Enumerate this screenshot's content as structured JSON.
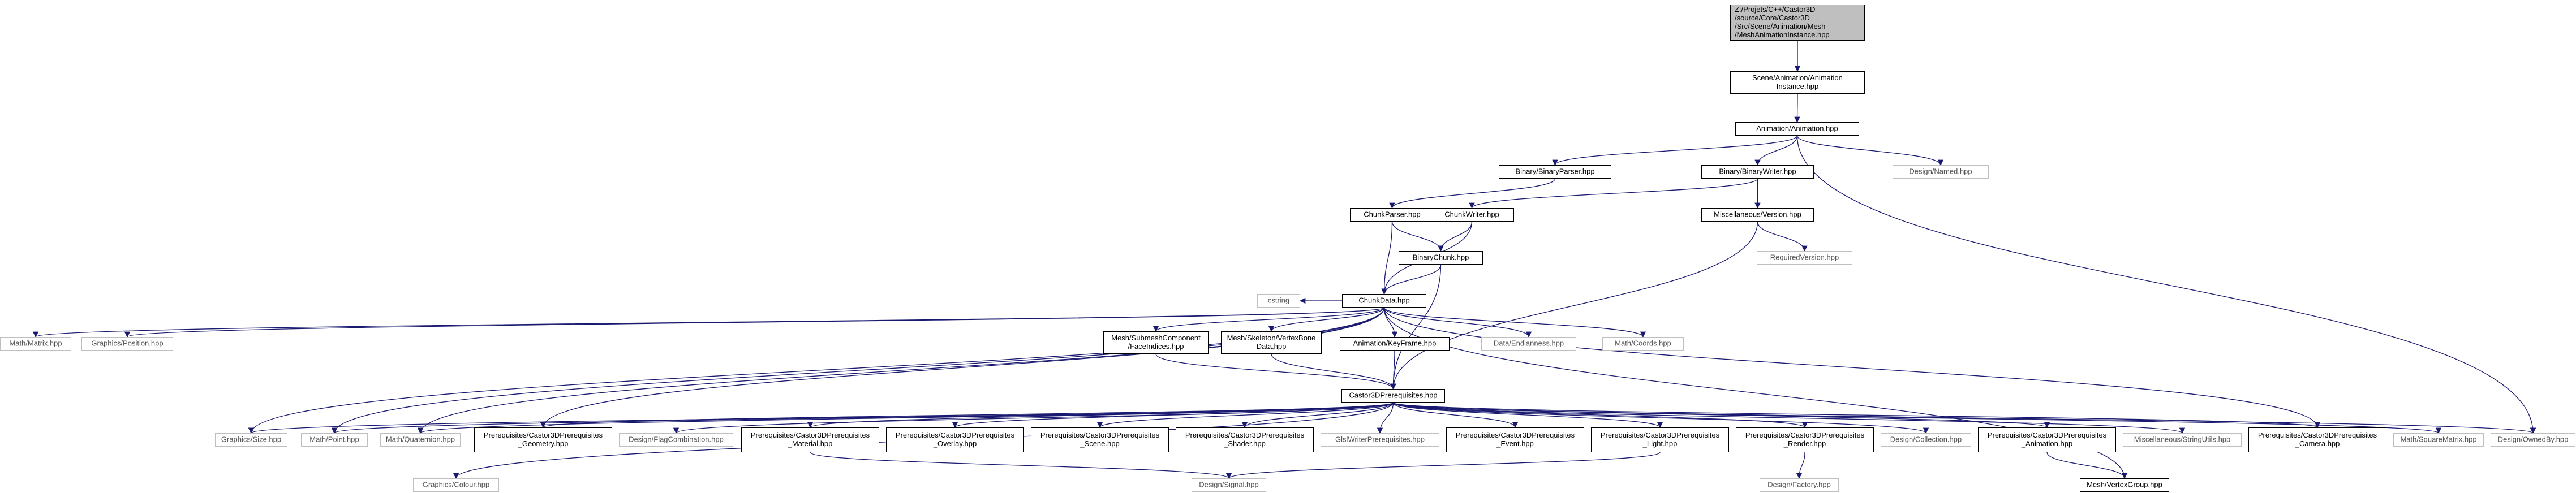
{
  "graph": {
    "nodes": [
      {
        "id": "root",
        "lines": [
          "Z:/Projets/C++/Castor3D",
          "/source/Core/Castor3D",
          "/Src/Scene/Animation/Mesh",
          "/MeshAnimationInstance.hpp"
        ],
        "kind": "root"
      },
      {
        "id": "animinst",
        "lines": [
          "Scene/Animation/Animation",
          "Instance.hpp"
        ],
        "kind": "local"
      },
      {
        "id": "anim",
        "lines": [
          "Animation/Animation.hpp"
        ],
        "kind": "local"
      },
      {
        "id": "binparser",
        "lines": [
          "Binary/BinaryParser.hpp"
        ],
        "kind": "local"
      },
      {
        "id": "binwriter",
        "lines": [
          "Binary/BinaryWriter.hpp"
        ],
        "kind": "local"
      },
      {
        "id": "named",
        "lines": [
          "Design/Named.hpp"
        ],
        "kind": "external"
      },
      {
        "id": "chunkparser",
        "lines": [
          "ChunkParser.hpp"
        ],
        "kind": "local"
      },
      {
        "id": "chunkwriter",
        "lines": [
          "ChunkWriter.hpp"
        ],
        "kind": "local"
      },
      {
        "id": "miscversion",
        "lines": [
          "Miscellaneous/Version.hpp"
        ],
        "kind": "local"
      },
      {
        "id": "binchunk",
        "lines": [
          "BinaryChunk.hpp"
        ],
        "kind": "local"
      },
      {
        "id": "reqversion",
        "lines": [
          "RequiredVersion.hpp"
        ],
        "kind": "external"
      },
      {
        "id": "cstring",
        "lines": [
          "cstring"
        ],
        "kind": "external"
      },
      {
        "id": "chunkdata",
        "lines": [
          "ChunkData.hpp"
        ],
        "kind": "local"
      },
      {
        "id": "mathmatrix",
        "lines": [
          "Math/Matrix.hpp"
        ],
        "kind": "external"
      },
      {
        "id": "graphpos",
        "lines": [
          "Graphics/Position.hpp"
        ],
        "kind": "external"
      },
      {
        "id": "submesh",
        "lines": [
          "Mesh/SubmeshComponent",
          "/FaceIndices.hpp"
        ],
        "kind": "local"
      },
      {
        "id": "skeleton",
        "lines": [
          "Mesh/Skeleton/VertexBone",
          "Data.hpp"
        ],
        "kind": "local"
      },
      {
        "id": "keyframe",
        "lines": [
          "Animation/KeyFrame.hpp"
        ],
        "kind": "local"
      },
      {
        "id": "endian",
        "lines": [
          "Data/Endianness.hpp"
        ],
        "kind": "external"
      },
      {
        "id": "coords",
        "lines": [
          "Math/Coords.hpp"
        ],
        "kind": "external"
      },
      {
        "id": "c3dprereq",
        "lines": [
          "Castor3DPrerequisites.hpp"
        ],
        "kind": "local"
      },
      {
        "id": "size",
        "lines": [
          "Graphics/Size.hpp"
        ],
        "kind": "external"
      },
      {
        "id": "point",
        "lines": [
          "Math/Point.hpp"
        ],
        "kind": "external"
      },
      {
        "id": "quat",
        "lines": [
          "Math/Quaternion.hpp"
        ],
        "kind": "external"
      },
      {
        "id": "geom",
        "lines": [
          "Prerequisites/Castor3DPrerequisites",
          "_Geometry.hpp"
        ],
        "kind": "local"
      },
      {
        "id": "flagcomb",
        "lines": [
          "Design/FlagCombination.hpp"
        ],
        "kind": "external"
      },
      {
        "id": "material",
        "lines": [
          "Prerequisites/Castor3DPrerequisites",
          "_Material.hpp"
        ],
        "kind": "local"
      },
      {
        "id": "overlay",
        "lines": [
          "Prerequisites/Castor3DPrerequisites",
          "_Overlay.hpp"
        ],
        "kind": "local"
      },
      {
        "id": "scene",
        "lines": [
          "Prerequisites/Castor3DPrerequisites",
          "_Scene.hpp"
        ],
        "kind": "local"
      },
      {
        "id": "shader",
        "lines": [
          "Prerequisites/Castor3DPrerequisites",
          "_Shader.hpp"
        ],
        "kind": "local"
      },
      {
        "id": "glsl",
        "lines": [
          "GlslWriterPrerequisites.hpp"
        ],
        "kind": "external"
      },
      {
        "id": "event",
        "lines": [
          "Prerequisites/Castor3DPrerequisites",
          "_Event.hpp"
        ],
        "kind": "local"
      },
      {
        "id": "light",
        "lines": [
          "Prerequisites/Castor3DPrerequisites",
          "_Light.hpp"
        ],
        "kind": "local"
      },
      {
        "id": "render",
        "lines": [
          "Prerequisites/Castor3DPrerequisites",
          "_Render.hpp"
        ],
        "kind": "local"
      },
      {
        "id": "collection",
        "lines": [
          "Design/Collection.hpp"
        ],
        "kind": "external"
      },
      {
        "id": "animpre",
        "lines": [
          "Prerequisites/Castor3DPrerequisites",
          "_Animation.hpp"
        ],
        "kind": "local"
      },
      {
        "id": "strutils",
        "lines": [
          "Miscellaneous/StringUtils.hpp"
        ],
        "kind": "external"
      },
      {
        "id": "camera",
        "lines": [
          "Prerequisites/Castor3DPrerequisites",
          "_Camera.hpp"
        ],
        "kind": "local"
      },
      {
        "id": "sqmatrix",
        "lines": [
          "Math/SquareMatrix.hpp"
        ],
        "kind": "external"
      },
      {
        "id": "ownedby",
        "lines": [
          "Design/OwnedBy.hpp"
        ],
        "kind": "external"
      },
      {
        "id": "colour",
        "lines": [
          "Graphics/Colour.hpp"
        ],
        "kind": "external"
      },
      {
        "id": "signal",
        "lines": [
          "Design/Signal.hpp"
        ],
        "kind": "external"
      },
      {
        "id": "factory",
        "lines": [
          "Design/Factory.hpp"
        ],
        "kind": "external"
      },
      {
        "id": "vgroup",
        "lines": [
          "Mesh/VertexGroup.hpp"
        ],
        "kind": "local"
      }
    ],
    "edges": [
      [
        "root",
        "animinst"
      ],
      [
        "animinst",
        "anim"
      ],
      [
        "anim",
        "binparser"
      ],
      [
        "anim",
        "binwriter"
      ],
      [
        "anim",
        "named"
      ],
      [
        "anim",
        "ownedby"
      ],
      [
        "binparser",
        "chunkparser"
      ],
      [
        "binwriter",
        "chunkwriter"
      ],
      [
        "binwriter",
        "miscversion"
      ],
      [
        "chunkparser",
        "binchunk"
      ],
      [
        "chunkparser",
        "chunkdata"
      ],
      [
        "chunkwriter",
        "binchunk"
      ],
      [
        "chunkwriter",
        "chunkdata"
      ],
      [
        "miscversion",
        "reqversion"
      ],
      [
        "miscversion",
        "c3dprereq"
      ],
      [
        "binchunk",
        "chunkdata"
      ],
      [
        "binchunk",
        "c3dprereq"
      ],
      [
        "chunkdata",
        "cstring"
      ],
      [
        "chunkdata",
        "mathmatrix"
      ],
      [
        "chunkdata",
        "graphpos"
      ],
      [
        "chunkdata",
        "submesh"
      ],
      [
        "chunkdata",
        "skeleton"
      ],
      [
        "chunkdata",
        "keyframe"
      ],
      [
        "chunkdata",
        "endian"
      ],
      [
        "chunkdata",
        "coords"
      ],
      [
        "chunkdata",
        "size"
      ],
      [
        "chunkdata",
        "point"
      ],
      [
        "chunkdata",
        "quat"
      ],
      [
        "chunkdata",
        "geom"
      ],
      [
        "chunkdata",
        "vgroup"
      ],
      [
        "chunkdata",
        "camera"
      ],
      [
        "submesh",
        "c3dprereq"
      ],
      [
        "skeleton",
        "c3dprereq"
      ],
      [
        "keyframe",
        "c3dprereq"
      ],
      [
        "c3dprereq",
        "size"
      ],
      [
        "c3dprereq",
        "point"
      ],
      [
        "c3dprereq",
        "quat"
      ],
      [
        "c3dprereq",
        "geom"
      ],
      [
        "c3dprereq",
        "flagcomb"
      ],
      [
        "c3dprereq",
        "material"
      ],
      [
        "c3dprereq",
        "overlay"
      ],
      [
        "c3dprereq",
        "scene"
      ],
      [
        "c3dprereq",
        "shader"
      ],
      [
        "c3dprereq",
        "glsl"
      ],
      [
        "c3dprereq",
        "event"
      ],
      [
        "c3dprereq",
        "light"
      ],
      [
        "c3dprereq",
        "render"
      ],
      [
        "c3dprereq",
        "collection"
      ],
      [
        "c3dprereq",
        "animpre"
      ],
      [
        "c3dprereq",
        "strutils"
      ],
      [
        "c3dprereq",
        "camera"
      ],
      [
        "c3dprereq",
        "sqmatrix"
      ],
      [
        "c3dprereq",
        "ownedby"
      ],
      [
        "c3dprereq",
        "colour"
      ],
      [
        "material",
        "signal"
      ],
      [
        "light",
        "signal"
      ],
      [
        "render",
        "factory"
      ],
      [
        "animpre",
        "vgroup"
      ]
    ]
  },
  "colors": {
    "root_fill": "#bfbfbf",
    "local_stroke": "#000000",
    "external_stroke": "#bfbfbf",
    "external_text": "#555555",
    "edge": "#191970"
  }
}
